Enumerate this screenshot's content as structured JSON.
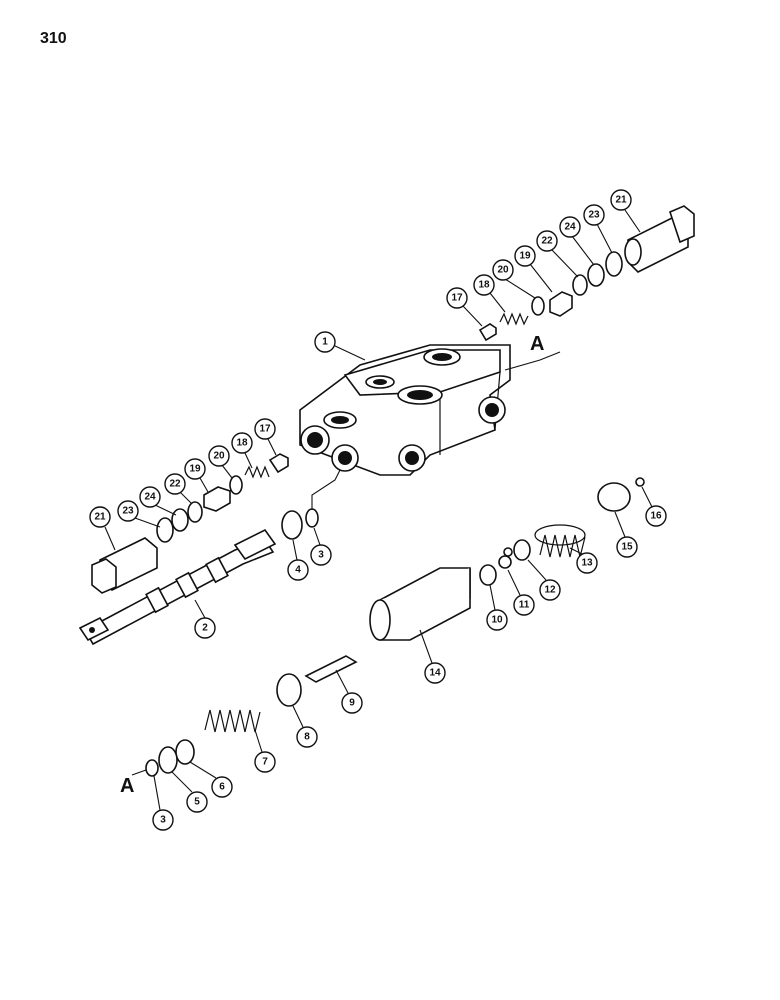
{
  "page": {
    "number": "310"
  },
  "reference_mark": "A",
  "callouts": {
    "c1": "1",
    "c2": "2",
    "c3a": "3",
    "c3b": "3",
    "c4": "4",
    "c5": "5",
    "c6": "6",
    "c7": "7",
    "c8": "8",
    "c9": "9",
    "c10": "10",
    "c11": "11",
    "c12": "12",
    "c13": "13",
    "c14": "14",
    "c15": "15",
    "c16": "16",
    "c17a": "17",
    "c17b": "17",
    "c18a": "18",
    "c18b": "18",
    "c19a": "19",
    "c19b": "19",
    "c20a": "20",
    "c20b": "20",
    "c21a": "21",
    "c21b": "21",
    "c22a": "22",
    "c22b": "22",
    "c23a": "23",
    "c23b": "23",
    "c24a": "24",
    "c24b": "24"
  }
}
